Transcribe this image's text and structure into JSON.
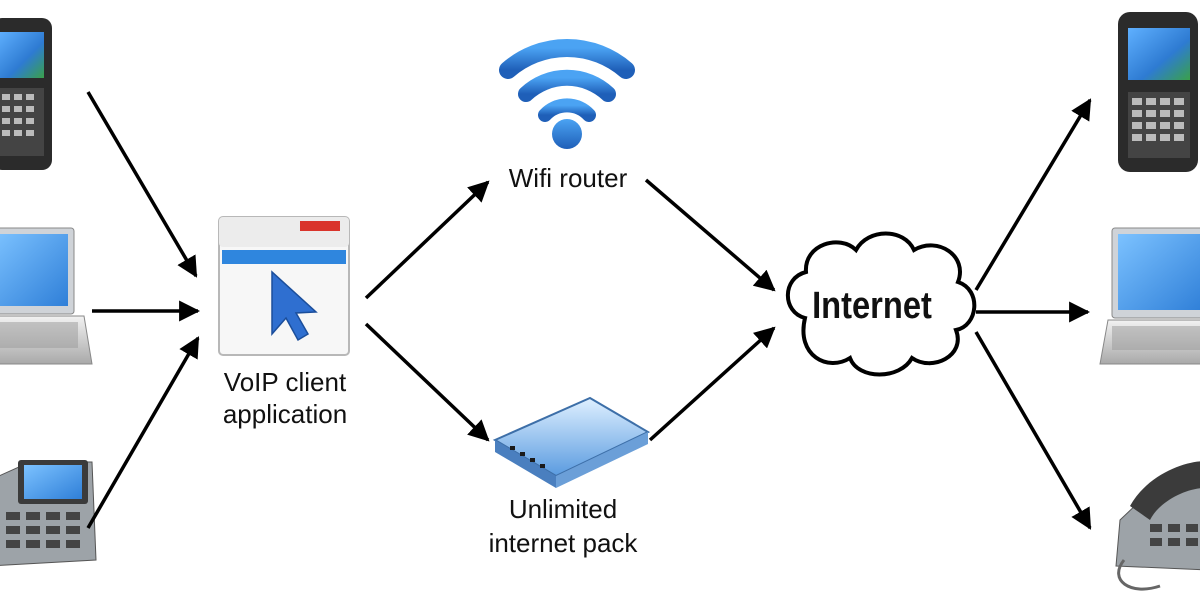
{
  "nodes": {
    "voip_client": {
      "line1": "VoIP client",
      "line2": "application"
    },
    "wifi_router": {
      "label": "Wifi router"
    },
    "internet_pack": {
      "line1": "Unlimited",
      "line2": "internet pack"
    },
    "internet": {
      "label": "Internet"
    }
  },
  "devices_left": [
    "smartphone-icon",
    "laptop-icon",
    "desk-phone-icon"
  ],
  "devices_right": [
    "smartphone-icon",
    "laptop-icon",
    "desk-phone-icon"
  ],
  "colors": {
    "arrow": "#000000",
    "wifi_blue": "#2a7bd6",
    "screen_blue": "#3a8fe0",
    "cursor_blue": "#2f6fd0"
  }
}
